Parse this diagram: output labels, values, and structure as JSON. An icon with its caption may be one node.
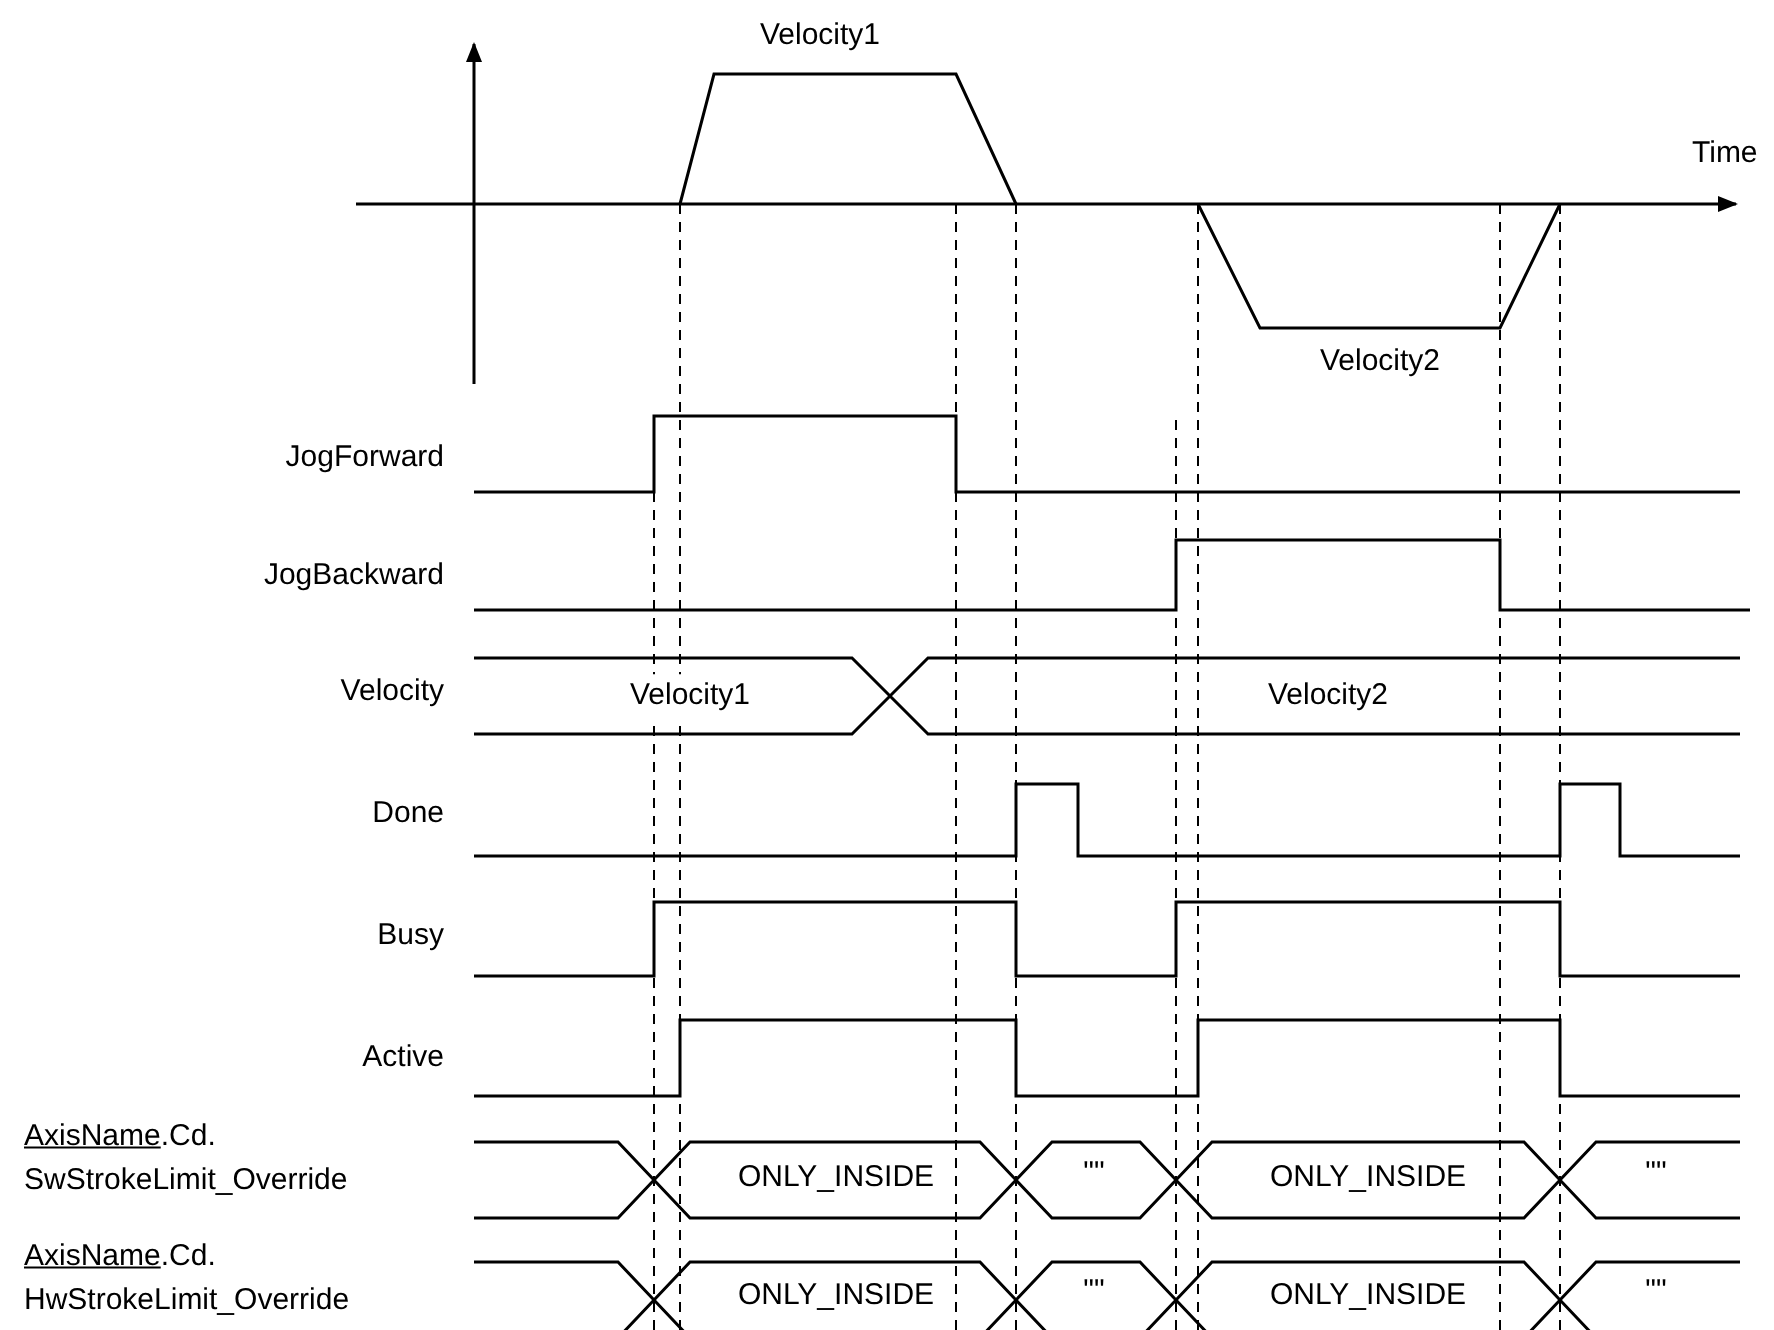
{
  "diagram": {
    "labels": [
      "Velocity1",
      "Time",
      "Velocity2",
      "JogForward",
      "JogBackward",
      "Velocity",
      "Velocity1",
      "Velocity2",
      "Done",
      "Busy",
      "Active",
      "AxisName.Cd. SwStrokeLimit_Override",
      "ONLY_INSIDE",
      "\"\"",
      "ONLY_INSIDE",
      "\"\"",
      "AxisName.Cd. HwStrokeLimit_Override",
      "ONLY_INSIDE",
      "\"\"",
      "ONLY_INSIDE",
      "\"\""
    ]
  }
}
